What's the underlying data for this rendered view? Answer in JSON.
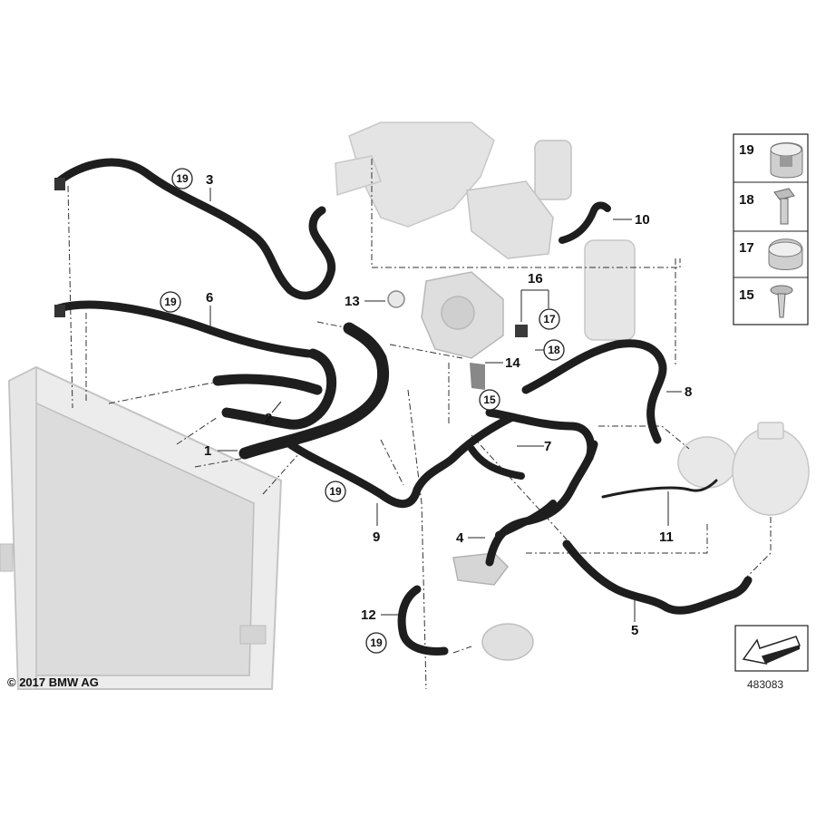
{
  "diagram": {
    "labels": {
      "p1": "1",
      "p2": "2",
      "p3": "3",
      "p4": "4",
      "p5": "5",
      "p6": "6",
      "p7": "7",
      "p8": "8",
      "p9": "9",
      "p10": "10",
      "p11": "11",
      "p12": "12",
      "p13": "13",
      "p14": "14",
      "p15": "15",
      "p16": "16",
      "p17": "17",
      "p18": "18",
      "p19": "19"
    },
    "legend": [
      {
        "number": "19",
        "icon": "hose-clamp-icon"
      },
      {
        "number": "18",
        "icon": "hex-bolt-icon"
      },
      {
        "number": "17",
        "icon": "hose-clip-icon"
      },
      {
        "number": "15",
        "icon": "collar-screw-icon"
      }
    ],
    "copyright": "© 2017 BMW AG",
    "diagram_id": "483083",
    "colors": {
      "hose": "#1e1e1e",
      "component": "#d8d8d8",
      "leader": "#222222",
      "legend_bg": "#ffffff"
    }
  }
}
